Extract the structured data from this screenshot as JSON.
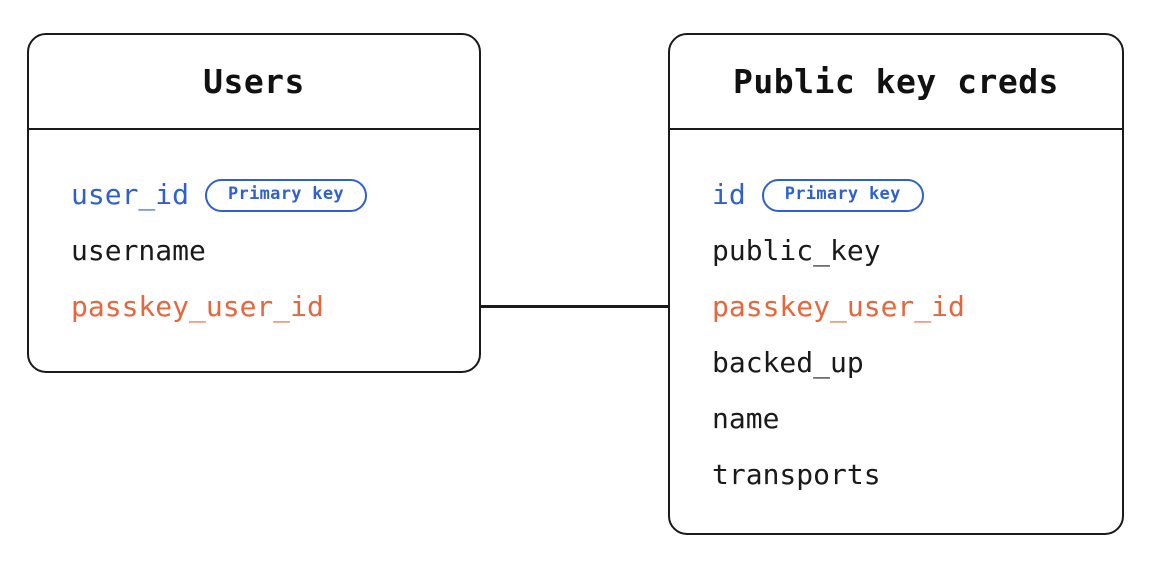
{
  "diagram": {
    "type": "entity-relationship-diagram",
    "background_color": "#ffffff",
    "colors": {
      "border": "#1a1a1a",
      "text_default": "#1a1a1a",
      "primary_key": "#2f60d0",
      "foreign_key": "#e8663c",
      "badge_border": "#2f60d0"
    }
  },
  "entities": [
    {
      "title": "Users",
      "fields": [
        {
          "name": "user_id",
          "color": "blue",
          "badge": "Primary key"
        },
        {
          "name": "username",
          "color": "black",
          "badge": null
        },
        {
          "name": "passkey_user_id",
          "color": "orange",
          "badge": null
        }
      ]
    },
    {
      "title": "Public key creds",
      "fields": [
        {
          "name": "id",
          "color": "blue",
          "badge": "Primary key"
        },
        {
          "name": "public_key",
          "color": "black",
          "badge": null
        },
        {
          "name": "passkey_user_id",
          "color": "orange",
          "badge": null
        },
        {
          "name": "backed_up",
          "color": "black",
          "badge": null
        },
        {
          "name": "name",
          "color": "black",
          "badge": null
        },
        {
          "name": "transports",
          "color": "black",
          "badge": null
        }
      ]
    }
  ],
  "relationships": [
    {
      "from_entity": "Users",
      "from_field": "passkey_user_id",
      "to_entity": "Public key creds",
      "to_field": "passkey_user_id"
    }
  ]
}
